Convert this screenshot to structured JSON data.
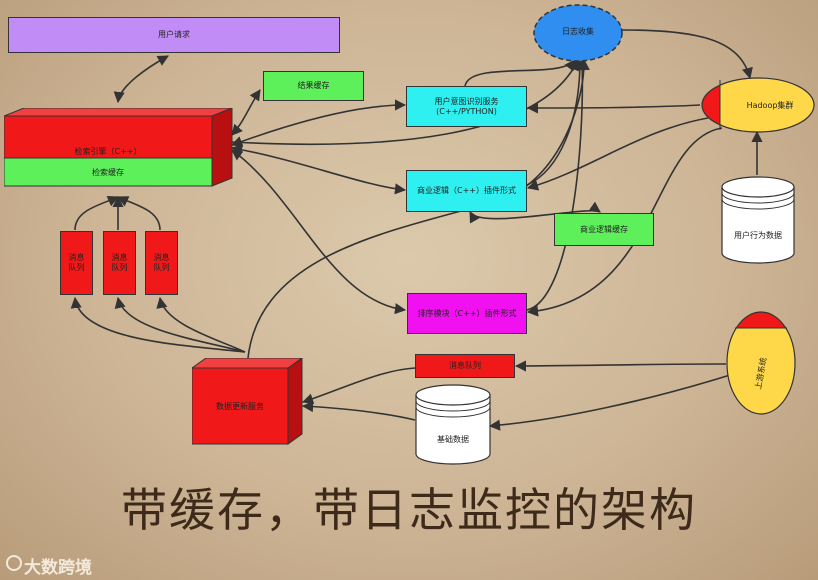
{
  "nodes": {
    "user_request": "用户请求",
    "result_cache": "结果缓存",
    "search_engine": "检索引擎（C++）",
    "search_cache": "检索缓存",
    "intent_service": "用户意图识别服务\n(C++/PYTHON)",
    "log_collect": "日志收集",
    "hadoop": "Hadoop集群",
    "business_logic": "商业逻辑（C++）插件形式",
    "business_cache": "商业逻辑缓存",
    "user_behavior": "用户行为数据",
    "mq1": "消息\n队列",
    "mq2": "消息\n队列",
    "mq3": "消息\n队列",
    "ranking": "排序模块（C++）插件形式",
    "upstream": "上游系统",
    "mq_main": "消息队列",
    "data_update": "数据更新服务",
    "base_data": "基础数据"
  },
  "caption": "带缓存，带日志监控的架构",
  "logo": "大数跨境",
  "colors": {
    "purple": "#c28cf7",
    "green": "#5ef05a",
    "red": "#f01818",
    "cyan": "#2ef0f0",
    "magenta": "#f010f0",
    "blue": "#2f8ef0",
    "yellow": "#ffd84a"
  }
}
